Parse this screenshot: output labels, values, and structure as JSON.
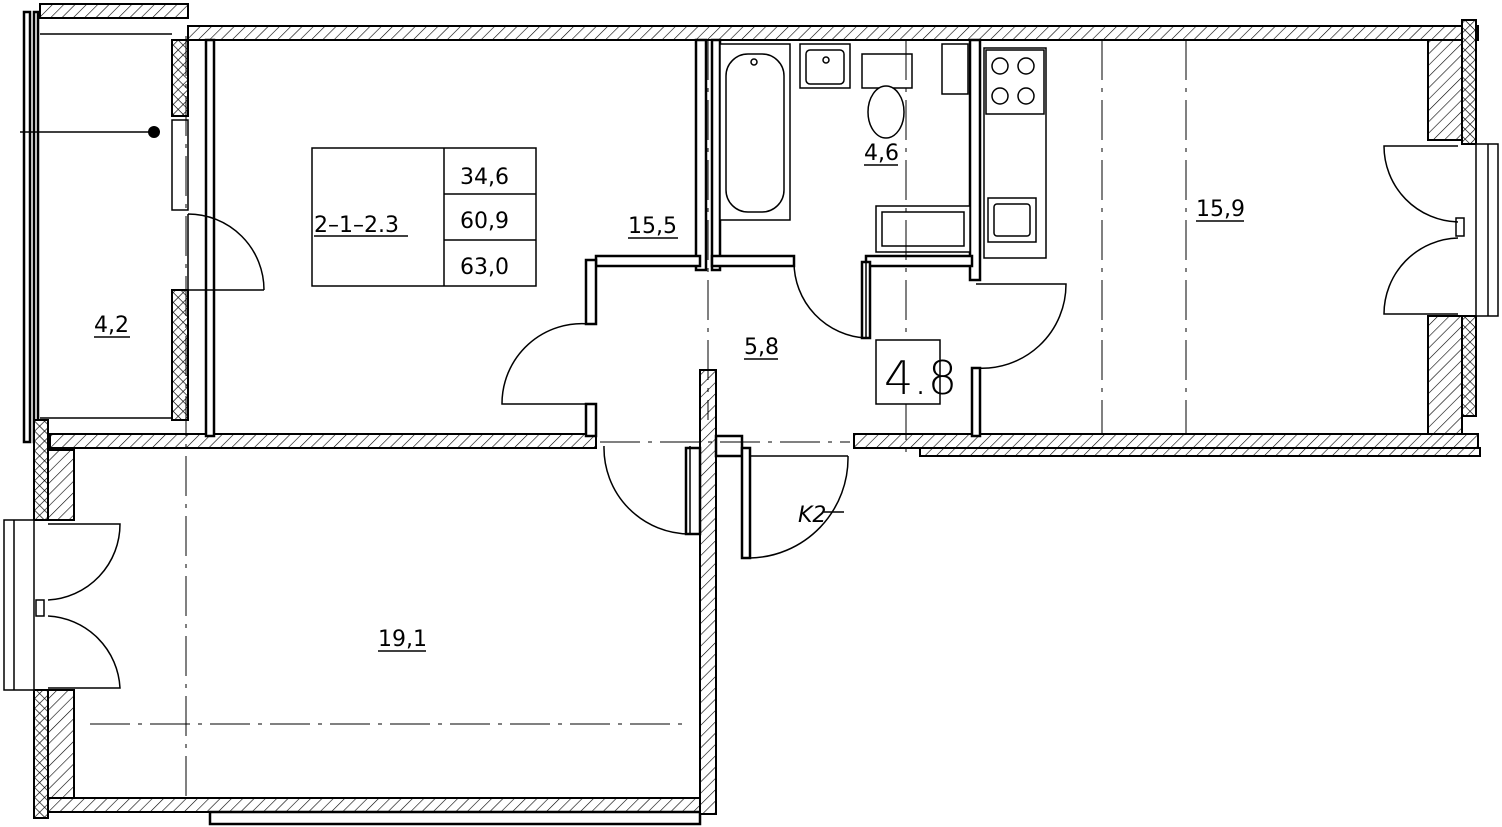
{
  "plan": {
    "apartment_code": "2–1–2.3",
    "area_living": "34,6",
    "area_total": "60,9",
    "area_with_balcony": "63,0",
    "rooms": {
      "balcony": "4,2",
      "room_top": "15,5",
      "bathroom": "4,6",
      "kitchen": "15,9",
      "hall": "5,8",
      "room_bottom": "19,1"
    },
    "section_mark": "4.8",
    "shaft_label": "K2"
  }
}
